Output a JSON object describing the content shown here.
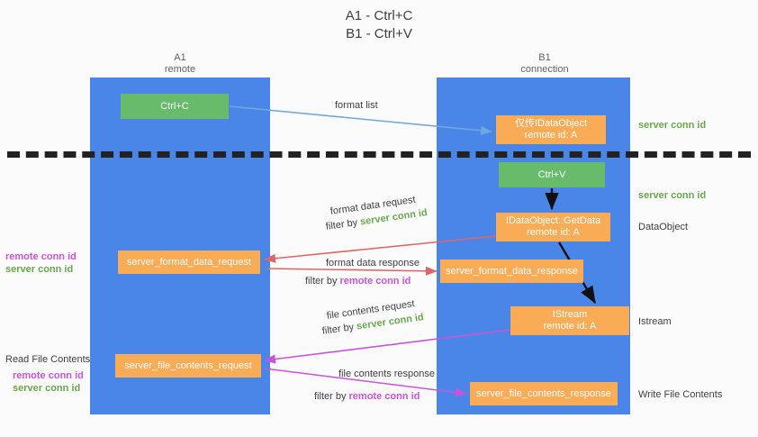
{
  "title": {
    "line1": "A1 - Ctrl+C",
    "line2": "B1 - Ctrl+V"
  },
  "columns": {
    "left": {
      "name": "A1",
      "role": "remote"
    },
    "right": {
      "name": "B1",
      "role": "connection"
    }
  },
  "nodes": {
    "ctrl_c": {
      "label": "Ctrl+C",
      "color": "#69bb6c"
    },
    "idataobject": {
      "line1": "仅传IDataObject",
      "line2": "remote id: A",
      "color": "#f9ab56"
    },
    "ctrl_v": {
      "label": "Ctrl+V",
      "color": "#69bb6c"
    },
    "getdata": {
      "line1": "IDataObject::GetData",
      "line2": "remote id: A",
      "color": "#f9ab56"
    },
    "istream": {
      "line1": "IStream",
      "line2": "remote id: A",
      "color": "#f9ab56"
    },
    "server_format_data_request": {
      "label": "server_format_data_request",
      "color": "#f9ab56"
    },
    "server_format_data_response": {
      "label": "server_format_data_response",
      "color": "#f9ab56"
    },
    "server_file_contents_request": {
      "label": "server_file_contents_request",
      "color": "#f9ab56"
    },
    "server_file_contents_response": {
      "label": "server_file_contents_response",
      "color": "#f9ab56"
    }
  },
  "side_labels": {
    "server_conn_id_1": "server conn id",
    "server_conn_id_2": "server conn id",
    "dataobject": "DataObject",
    "istream": "Istream",
    "write_file_contents": "Write File Contents",
    "read_file_contents": "Read File Contents"
  },
  "id_labels": {
    "remote_conn_id": "remote conn id",
    "server_conn_id": "server conn id"
  },
  "flows": {
    "format_list": "format list",
    "format_data_request": "format data request",
    "format_data_request_filter_prefix": "filter by ",
    "format_data_request_filter_value": "server conn id",
    "format_data_response": "format data response",
    "format_data_response_filter_prefix": "filter by ",
    "format_data_response_filter_value": "remote conn id",
    "file_contents_request": "file contents request",
    "file_contents_request_filter_prefix": "filter by ",
    "file_contents_request_filter_value": "server conn id",
    "file_contents_response": "file contents response",
    "file_contents_response_filter_prefix": "filter by ",
    "file_contents_response_filter_value": "remote conn id"
  },
  "colors": {
    "lane": "#4a86e8",
    "green": "#6aa84f",
    "orange": "#f9ab56",
    "remote_conn": "#c855d8",
    "server_conn": "#6aa84f",
    "arrow_blue": "#6fa8dc",
    "arrow_red": "#e06666",
    "arrow_magenta": "#c855d8",
    "arrow_black": "#111111",
    "divider": "#222222"
  }
}
